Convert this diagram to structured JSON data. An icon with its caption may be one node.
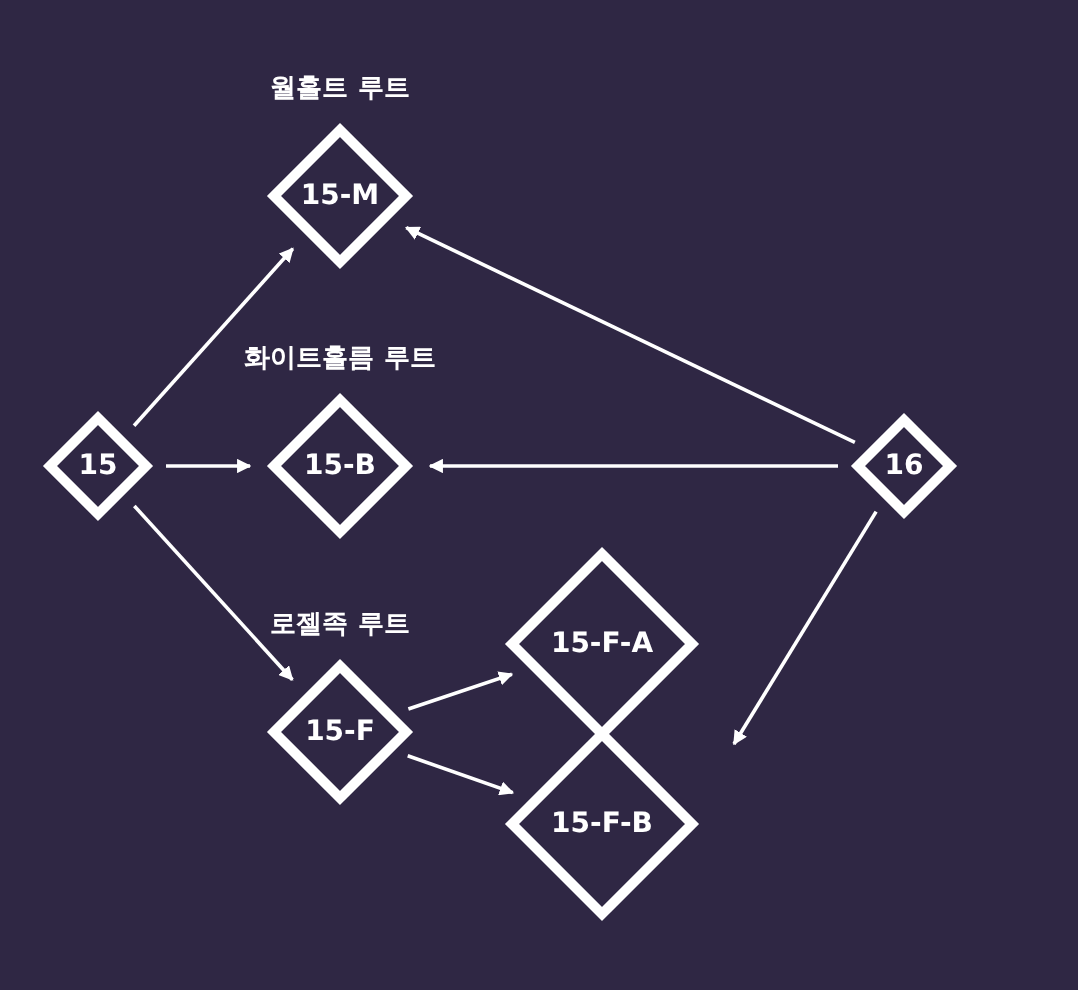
{
  "diagram": {
    "nodes": [
      {
        "text": [
          "15"
        ]
      },
      {
        "text": [
          "월홀트 루트",
          "15-M"
        ]
      },
      {
        "text": [
          "화이트홀름 루트",
          "15-B"
        ]
      },
      {
        "text": [
          "로젤족 루트",
          "15-F"
        ]
      },
      {
        "text": [
          "15-F-A"
        ]
      },
      {
        "text": [
          "15-F-B"
        ]
      },
      {
        "text": [
          "16"
        ]
      }
    ],
    "edges": [
      {
        "from": 0,
        "to": 1,
        "arrow": "to"
      },
      {
        "from": 0,
        "to": 2,
        "arrow": "to"
      },
      {
        "from": 0,
        "to": 3,
        "arrow": "to"
      },
      {
        "from": 3,
        "to": 4,
        "arrow": "to"
      },
      {
        "from": 3,
        "to": 5,
        "arrow": "to"
      },
      {
        "from": 6,
        "to": 1,
        "arrow": "to"
      },
      {
        "from": 6,
        "to": 2,
        "arrow": "to"
      },
      {
        "from": 6,
        "to": null,
        "arrow": "to"
      }
    ]
  }
}
